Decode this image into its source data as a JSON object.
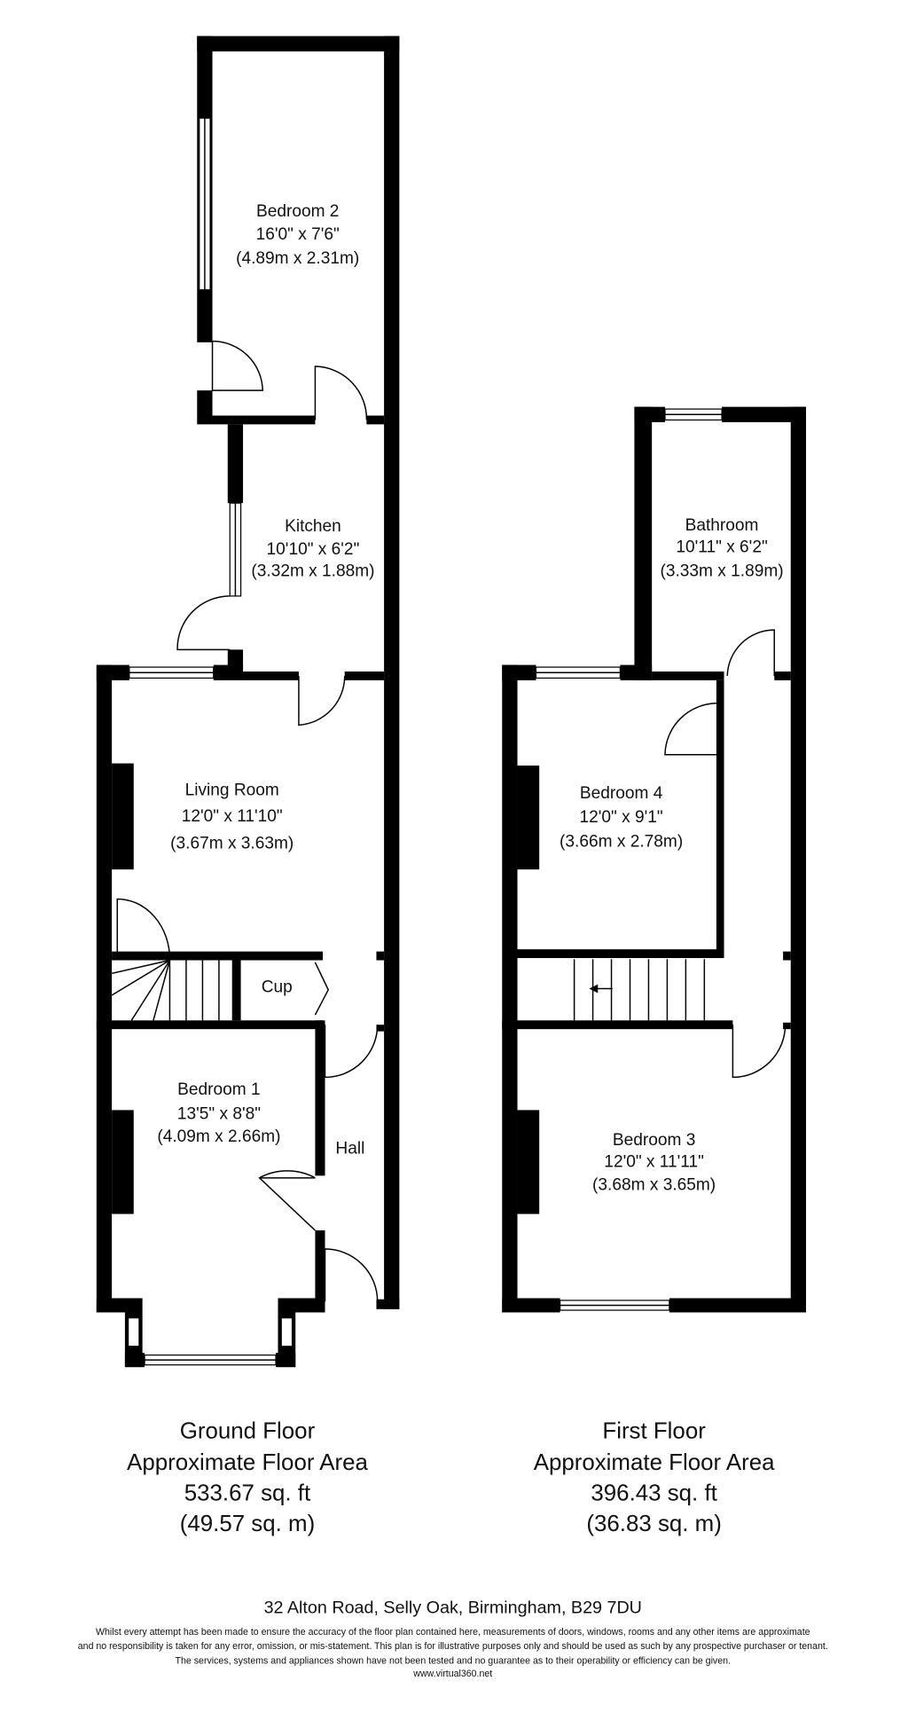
{
  "ground_floor": {
    "rooms": {
      "bedroom2": {
        "name": "Bedroom 2",
        "imperial": "16'0\" x 7'6\"",
        "metric": "(4.89m x 2.31m)"
      },
      "kitchen": {
        "name": "Kitchen",
        "imperial": "10'10\" x 6'2\"",
        "metric": "(3.32m x 1.88m)"
      },
      "living_room": {
        "name": "Living Room",
        "imperial": "12'0\" x 11'10\"",
        "metric": "(3.67m x 3.63m)"
      },
      "cup": {
        "name": "Cup"
      },
      "bedroom1": {
        "name": "Bedroom 1",
        "imperial": "13'5\" x 8'8\"",
        "metric": "(4.09m x 2.66m)"
      },
      "hall": {
        "name": "Hall"
      }
    },
    "label": "Ground Floor",
    "area_label": "Approximate Floor Area",
    "area_sqft": "533.67 sq. ft",
    "area_sqm": "(49.57 sq. m)"
  },
  "first_floor": {
    "rooms": {
      "bathroom": {
        "name": "Bathroom",
        "imperial": "10'11\" x 6'2\"",
        "metric": "(3.33m x 1.89m)"
      },
      "bedroom4": {
        "name": "Bedroom 4",
        "imperial": "12'0\" x 9'1\"",
        "metric": "(3.66m x 2.78m)"
      },
      "bedroom3": {
        "name": "Bedroom 3",
        "imperial": "12'0\" x 11'11\"",
        "metric": "(3.68m x 3.65m)"
      }
    },
    "label": "First Floor",
    "area_label": "Approximate Floor Area",
    "area_sqft": "396.43 sq. ft",
    "area_sqm": "(36.83 sq. m)"
  },
  "address": "32 Alton Road, Selly Oak, Birmingham, B29 7DU",
  "disclaimer": [
    "Whilst every attempt has been made to ensure the accuracy of the floor plan contained here, measurements of doors, windows, rooms and any other items are approximate",
    "and no responsibility is taken for any error, omission, or mis-statement. This plan is for illustrative purposes only and should be used as such by any prospective purchaser or tenant.",
    "The services, systems and appliances shown have not been tested and no guarantee as to their operability or efficiency can be given.",
    "www.virtual360.net"
  ]
}
